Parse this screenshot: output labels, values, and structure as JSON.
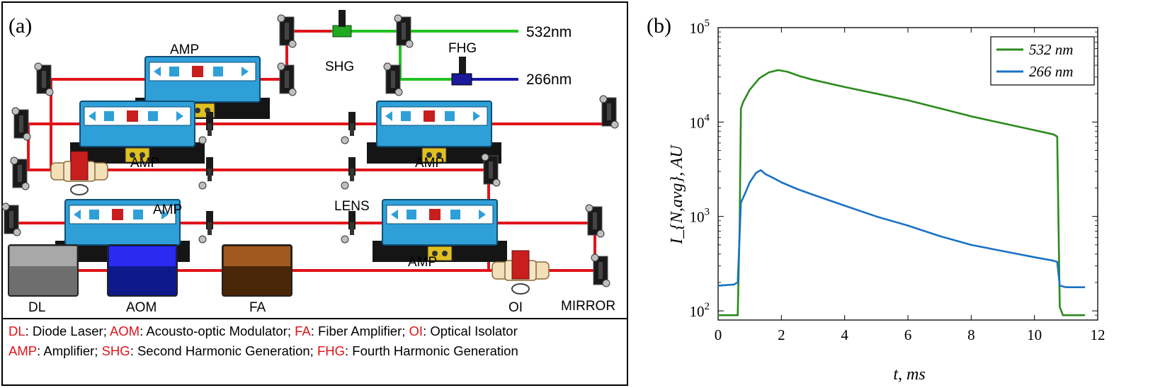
{
  "panel_a": {
    "panel_label": "(a)",
    "component_labels": {
      "amp_top": "AMP",
      "amp_mid_left": "AMP",
      "amp_mid_right": "AMP",
      "amp_low_left": "AMP",
      "amp_low_right": "AMP",
      "shg": "SHG",
      "fhg": "FHG",
      "out_532": "532nm",
      "out_266": "266nm",
      "lens": "LENS",
      "dl": "DL",
      "aom": "AOM",
      "fa": "FA",
      "oi": "OI",
      "mirror": "MIRROR"
    },
    "legend_line1": [
      {
        "abbr": "DL",
        "desc": ": Diode Laser; "
      },
      {
        "abbr": "AOM",
        "desc": ": Acousto-optic Modulator; "
      },
      {
        "abbr": "FA",
        "desc": ": Fiber Amplifier; "
      },
      {
        "abbr": "OI",
        "desc": ": Optical Isolator"
      }
    ],
    "legend_line2": [
      {
        "abbr": "AMP",
        "desc": ": Amplifier; "
      },
      {
        "abbr": "SHG",
        "desc": ": Second Harmonic Generation; "
      },
      {
        "abbr": "FHG",
        "desc": ": Fourth Harmonic Generation"
      }
    ],
    "colors": {
      "beam_red": "#e0141a",
      "beam_green": "#22c222",
      "beam_blue": "#1a1aa8",
      "amp_body": "#2f9fd8",
      "legend_abbr": "#e0141a",
      "dl_body": "#8c8c8c",
      "aom_body": "#1418c8",
      "fa_body": "#7a4012"
    }
  },
  "chart_data": {
    "type": "line",
    "panel_label": "(b)",
    "xlabel": "t, ms",
    "ylabel": "I_{N,avg}, AU",
    "xlim": [
      0,
      12
    ],
    "ylim": [
      80,
      100000
    ],
    "yscale": "log",
    "x_ticks": [
      0,
      2,
      4,
      6,
      8,
      10,
      12
    ],
    "y_ticks": [
      {
        "value": 100,
        "base": "10",
        "exp": "2"
      },
      {
        "value": 1000,
        "base": "10",
        "exp": "3"
      },
      {
        "value": 10000,
        "base": "10",
        "exp": "4"
      },
      {
        "value": 100000,
        "base": "10",
        "exp": "5"
      }
    ],
    "legend_position": "top-right",
    "series": [
      {
        "name": "532 nm",
        "color": "#2a8a1c",
        "points": [
          [
            0,
            90
          ],
          [
            0.5,
            90
          ],
          [
            0.62,
            90
          ],
          [
            0.68,
            800
          ],
          [
            0.72,
            14000
          ],
          [
            0.8,
            16500
          ],
          [
            1.0,
            22000
          ],
          [
            1.3,
            29000
          ],
          [
            1.6,
            33500
          ],
          [
            1.9,
            35500
          ],
          [
            2.2,
            34000
          ],
          [
            2.6,
            30500
          ],
          [
            3,
            28000
          ],
          [
            4,
            23500
          ],
          [
            5,
            20000
          ],
          [
            6,
            17000
          ],
          [
            7,
            14000
          ],
          [
            8,
            11500
          ],
          [
            9,
            9700
          ],
          [
            10,
            8200
          ],
          [
            10.6,
            7400
          ],
          [
            10.72,
            7000
          ],
          [
            10.8,
            110
          ],
          [
            10.9,
            90
          ],
          [
            11.6,
            90
          ]
        ]
      },
      {
        "name": "266 nm",
        "color": "#1a72c4",
        "points": [
          [
            0,
            185
          ],
          [
            0.5,
            190
          ],
          [
            0.62,
            200
          ],
          [
            0.72,
            1400
          ],
          [
            0.85,
            1750
          ],
          [
            1.0,
            2300
          ],
          [
            1.2,
            2900
          ],
          [
            1.35,
            3100
          ],
          [
            1.5,
            2800
          ],
          [
            1.8,
            2500
          ],
          [
            2,
            2300
          ],
          [
            2.5,
            1950
          ],
          [
            3,
            1700
          ],
          [
            4,
            1300
          ],
          [
            5,
            1000
          ],
          [
            6,
            800
          ],
          [
            7,
            620
          ],
          [
            8,
            500
          ],
          [
            9,
            430
          ],
          [
            10,
            370
          ],
          [
            10.6,
            340
          ],
          [
            10.72,
            330
          ],
          [
            10.8,
            185
          ],
          [
            11,
            178
          ],
          [
            11.6,
            178
          ]
        ]
      }
    ]
  }
}
